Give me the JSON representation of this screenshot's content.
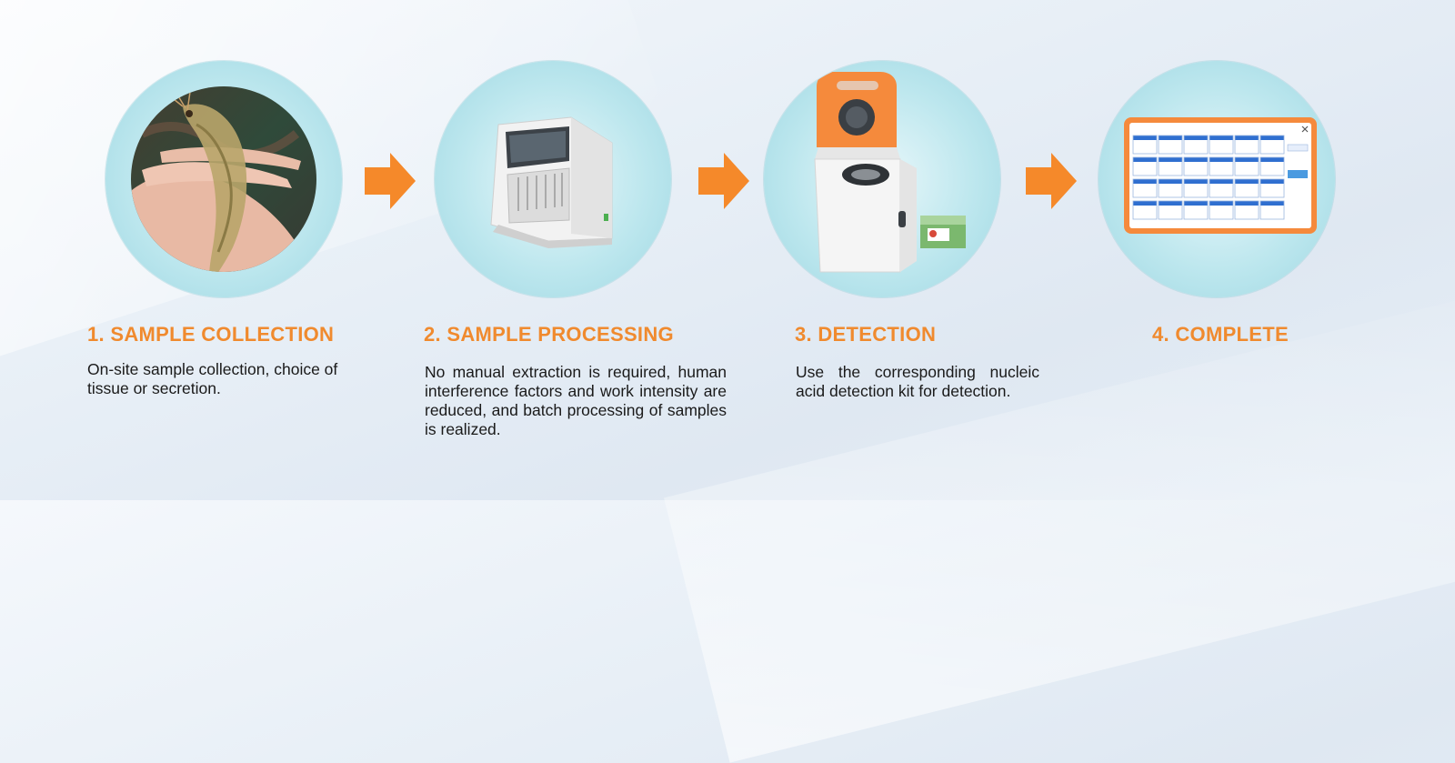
{
  "steps": [
    {
      "title": "1. SAMPLE COLLECTION",
      "description": "On-site sample collection, choice of tissue or secretion."
    },
    {
      "title": "2. SAMPLE PROCESSING",
      "description": "No manual extraction is required, human interference factors and work intensity are reduced, and batch processing of samples is realized."
    },
    {
      "title": "3. DETECTION",
      "description": "Use the corresponding nucleic acid detection kit for detection."
    },
    {
      "title": "4. COMPLETE",
      "description": ""
    }
  ],
  "colors": {
    "accent": "#f08a2e",
    "circle": "#bde7ee",
    "text": "#1a1a1a"
  }
}
